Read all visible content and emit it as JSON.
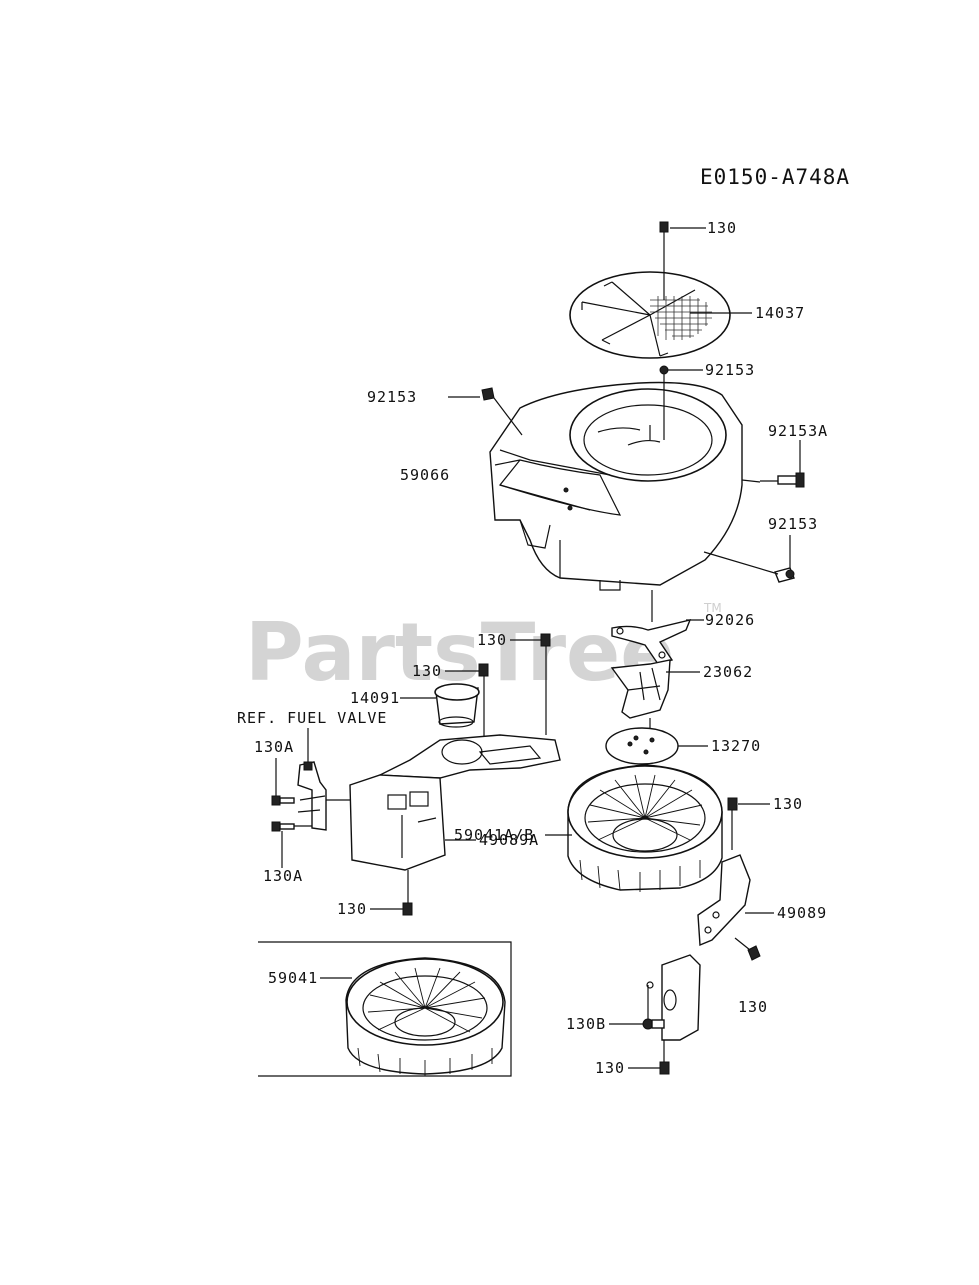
{
  "diagram": {
    "code": "E0150-A748A",
    "watermark": "PartsTree",
    "trademark": "TM",
    "callouts": {
      "c130_top": "130",
      "c14037": "14037",
      "c92153_top": "92153",
      "c92153_left": "92153",
      "c92153A": "92153A",
      "c59066": "59066",
      "c92153_right": "92153",
      "c92026": "92026",
      "c130_mid": "130",
      "c130_14091": "130",
      "c23062": "23062",
      "c14091": "14091",
      "ref_fuel_valve": "REF. FUEL VALVE",
      "c13270": "13270",
      "c130A_top": "130A",
      "c59041AB": "59041A/B",
      "c130_flywheel": "130",
      "c49089A": "49089A",
      "c130A_bottom": "130A",
      "c49089": "49089",
      "c130_bottom_left": "130",
      "c59041": "59041",
      "c130_right": "130",
      "c130B": "130B",
      "c130_bottom": "130"
    }
  }
}
